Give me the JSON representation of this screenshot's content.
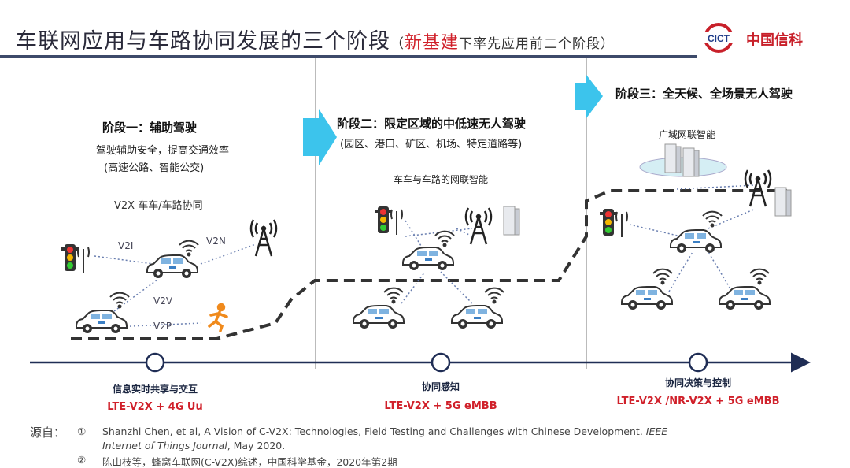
{
  "header": {
    "title": "车联网应用与车路协同发展的三个阶段",
    "paren_open": "（",
    "highlight": "新基建",
    "subtitle": "下率先应用前二个阶段）",
    "logo_text": "中国信科",
    "logo_mark": "CICT"
  },
  "stage1": {
    "title": "阶段一：辅助驾驶",
    "line1": "驾驶辅助安全，提高交通效率",
    "line2": "(高速公路、智能公交)",
    "diagram_label": "V2X 车车/车路协同",
    "links": [
      "V2I",
      "V2N",
      "V2V",
      "V2P"
    ]
  },
  "stage2": {
    "title": "阶段二：限定区域的中低速无人驾驶",
    "line1": "(园区、港口、矿区、机场、特定道路等)",
    "diagram_label": "车车与车路的网联智能"
  },
  "stage3": {
    "title": "阶段三：全天候、全场景无人驾驶",
    "diagram_label": "广域网联智能"
  },
  "timeline": [
    {
      "label": "信息实时共享与交互",
      "tech": "LTE-V2X + 4G Uu"
    },
    {
      "label": "协同感知",
      "tech": "LTE-V2X + 5G eMBB"
    },
    {
      "label": "协同决策与控制",
      "tech": "LTE-V2X /NR-V2X + 5G eMBB"
    }
  ],
  "references": {
    "prefix": "源自：",
    "items": [
      {
        "num": "①",
        "text": "Shanzhi Chen, et al, A Vision of C-V2X: Technologies, Field Testing and Challenges with Chinese Development. ",
        "journal1": "IEEE",
        "journal2": "Internet of Things Journal",
        "tail": ", May 2020."
      },
      {
        "num": "②",
        "text": "陈山枝等，蜂窝车联网(C-V2X)综述，中国科学基金，2020年第2期"
      }
    ]
  },
  "colors": {
    "accent_red": "#d0202a",
    "arrow_blue": "#3cc4ec",
    "navy": "#1f2d55"
  }
}
